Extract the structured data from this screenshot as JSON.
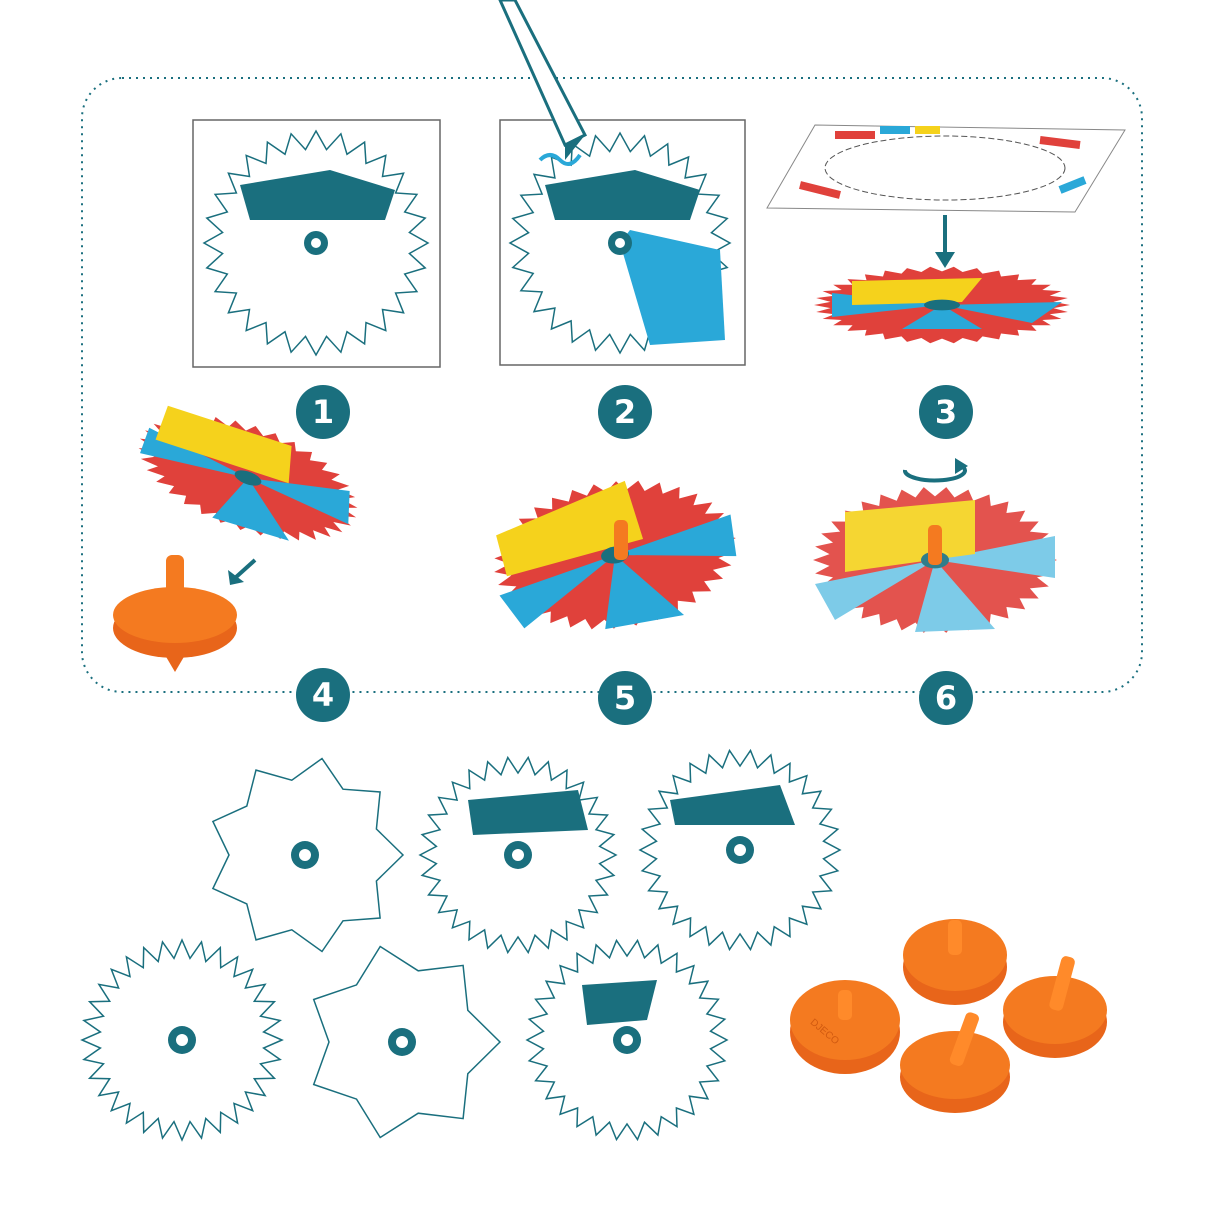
{
  "steps": [
    {
      "number": "1"
    },
    {
      "number": "2"
    },
    {
      "number": "3"
    },
    {
      "number": "4"
    },
    {
      "number": "5"
    },
    {
      "number": "6"
    }
  ],
  "brand": {
    "logo": "DJECO"
  },
  "colors": {
    "teal": "#1a6f7e",
    "blue": "#2aa8d8",
    "red": "#e0413b",
    "yellow": "#f5d21c",
    "orange": "#f47a20"
  }
}
